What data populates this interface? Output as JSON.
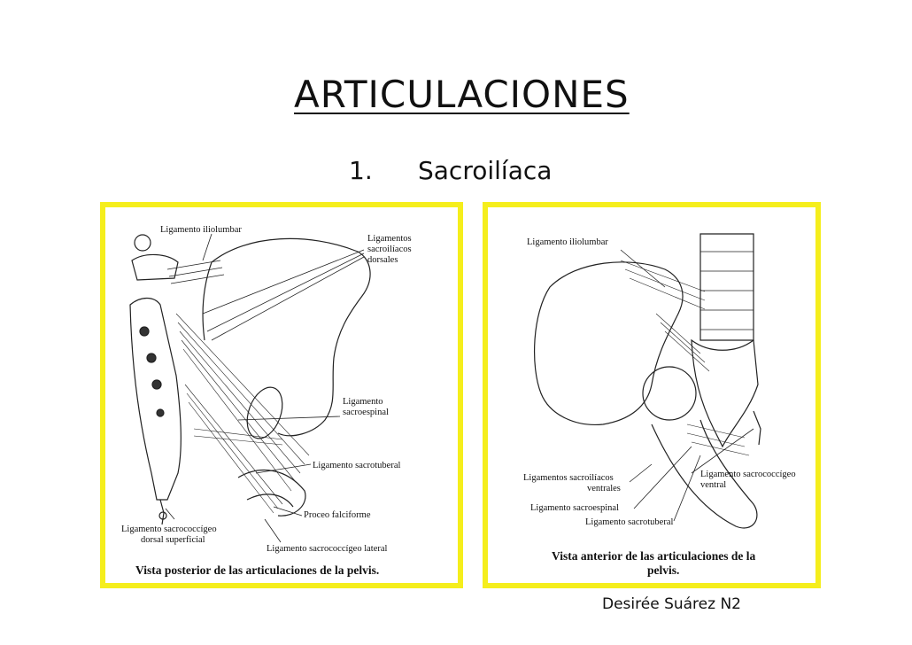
{
  "title": "ARTICULACIONES",
  "section": {
    "number": "1.",
    "name": "Sacroilíaca"
  },
  "colors": {
    "frame": "#f5ee1c",
    "ink": "#111111"
  },
  "left_figure": {
    "labels": {
      "iliolumbar": "Ligamento iliolumbar",
      "dorsales_1": "Ligamentos",
      "dorsales_2": "sacroilíacos",
      "dorsales_3": "dorsales",
      "sacroespinal_1": "Ligamento",
      "sacroespinal_2": "sacroespinal",
      "sacrotuberal": "Ligamento sacrotuberal",
      "falciforme": "Proceo falciforme",
      "sacrococcigeo_1": "Ligamento sacrococcígeo",
      "sacrococcigeo_2": "dorsal superficial",
      "lateral": "Ligamento sacrococcígeo lateral"
    },
    "caption": "Vista posterior de las articulaciones de la pelvis."
  },
  "right_figure": {
    "labels": {
      "iliolumbar": "Ligamento iliolumbar",
      "ventrales_1": "Ligamentos sacroilíacos",
      "ventrales_2": "ventrales",
      "sacroespinal": "Ligamento sacroespinal",
      "sacrotuberal": "Ligamento sacrotuberal",
      "sacrococcigeo_1": "Ligamento sacrococcígeo",
      "sacrococcigeo_2": "ventral"
    },
    "caption_1": "Vista anterior de las articulaciones de la",
    "caption_2": "pelvis."
  },
  "author": "Desirée Suárez N2"
}
